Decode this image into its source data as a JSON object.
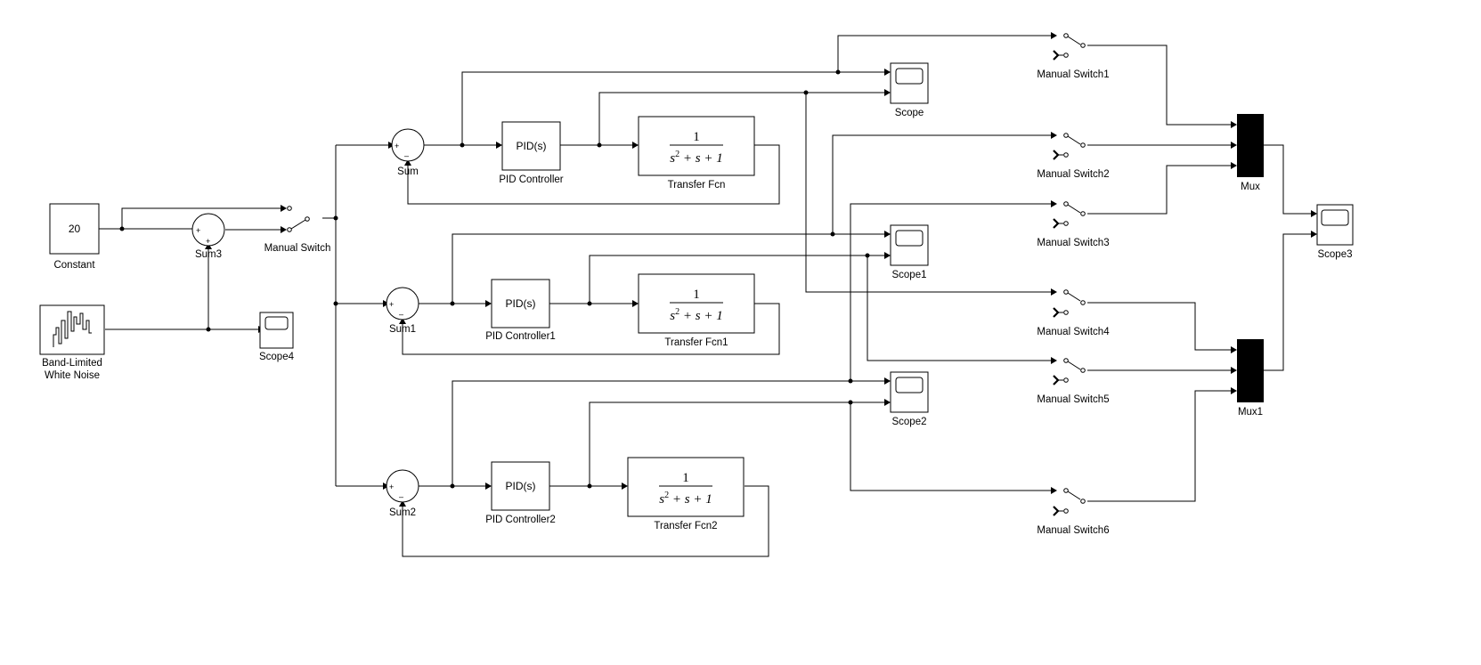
{
  "blocks": {
    "constant": {
      "label": "Constant",
      "value": "20"
    },
    "noise": {
      "label_line1": "Band-Limited",
      "label_line2": "White Noise"
    },
    "sum3": {
      "label": "Sum3",
      "sign1": "+",
      "sign2": "+"
    },
    "scope4": {
      "label": "Scope4"
    },
    "manual_switch": {
      "label": "Manual Switch"
    },
    "sum": {
      "label": "Sum",
      "sign_plus": "+",
      "sign_minus": "–"
    },
    "sum1": {
      "label": "Sum1",
      "sign_plus": "+",
      "sign_minus": "–"
    },
    "sum2": {
      "label": "Sum2",
      "sign_plus": "+",
      "sign_minus": "–"
    },
    "pid": {
      "label": "PID Controller",
      "text": "PID(s)"
    },
    "pid1": {
      "label": "PID Controller1",
      "text": "PID(s)"
    },
    "pid2": {
      "label": "PID Controller2",
      "text": "PID(s)"
    },
    "tf": {
      "label": "Transfer Fcn",
      "numerator": "1"
    },
    "tf1": {
      "label": "Transfer Fcn1",
      "numerator": "1"
    },
    "tf2": {
      "label": "Transfer Fcn2",
      "numerator": "1"
    },
    "tf_denominator": {
      "s": "s",
      "sq": "2",
      "plus_s": " + s + 1"
    },
    "scope": {
      "label": "Scope"
    },
    "scope1": {
      "label": "Scope1"
    },
    "scope2": {
      "label": "Scope2"
    },
    "scope3": {
      "label": "Scope3"
    },
    "switch1": {
      "label": "Manual Switch1"
    },
    "switch2": {
      "label": "Manual Switch2"
    },
    "switch3": {
      "label": "Manual Switch3"
    },
    "switch4": {
      "label": "Manual Switch4"
    },
    "switch5": {
      "label": "Manual Switch5"
    },
    "switch6": {
      "label": "Manual Switch6"
    },
    "mux": {
      "label": "Mux"
    },
    "mux1": {
      "label": "Mux1"
    }
  }
}
